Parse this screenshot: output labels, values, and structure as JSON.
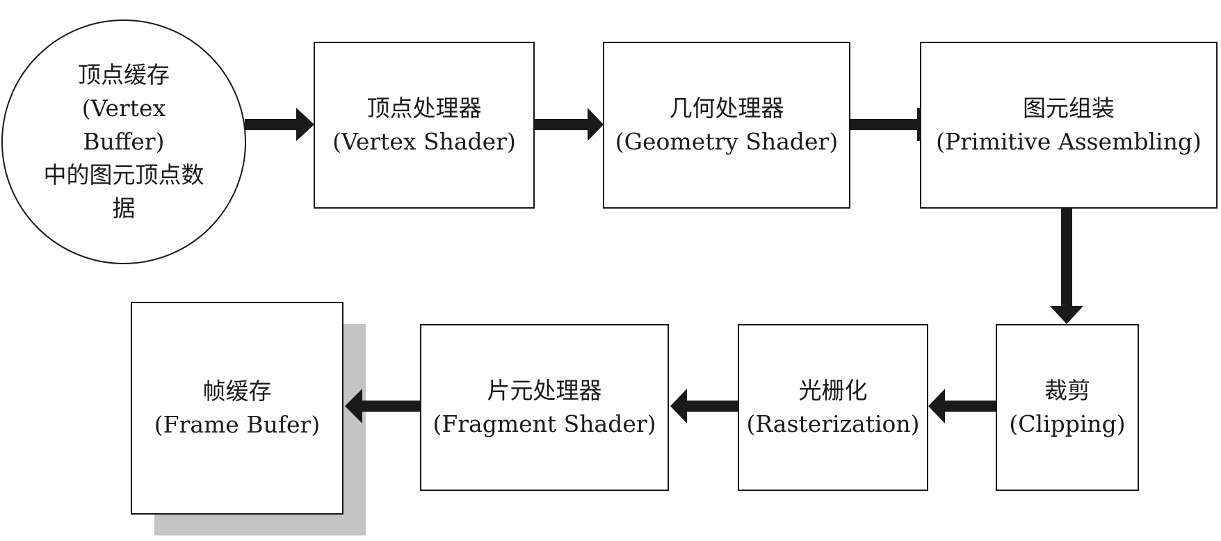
{
  "nodes": {
    "vertex_buffer": {
      "line1": "顶点缓存",
      "line2": "(Vertex Buffer)",
      "line3": "中的图元顶点数据"
    },
    "vertex_shader": {
      "cn": "顶点处理器",
      "en": "(Vertex Shader)"
    },
    "geometry_shader": {
      "cn": "几何处理器",
      "en": "(Geometry Shader)"
    },
    "primitive_assembling": {
      "cn": "图元组装",
      "en": "(Primitive Assembling)"
    },
    "clipping": {
      "cn": "裁剪",
      "en": "(Clipping)"
    },
    "rasterization": {
      "cn": "光栅化",
      "en": "(Rasterization)"
    },
    "fragment_shader": {
      "cn": "片元处理器",
      "en": "(Fragment Shader)"
    },
    "frame_buffer": {
      "cn": "帧缓存",
      "en": "(Frame Bufer)"
    }
  },
  "colors": {
    "stroke": "#1a1a1a",
    "shadow": "#c4c4c4",
    "background": "#ffffff"
  }
}
